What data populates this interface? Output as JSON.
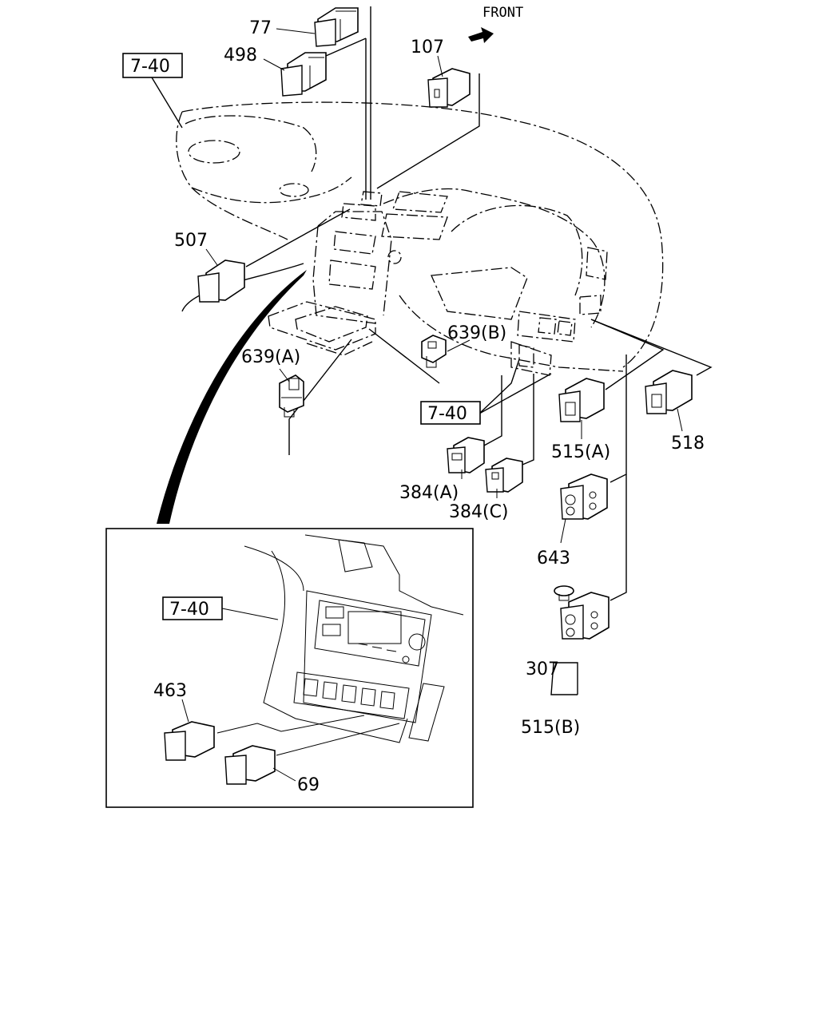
{
  "header": {
    "front_label": "FRONT"
  },
  "labels": {
    "ref_7_40_top": "7-40",
    "ref_7_40_mid": "7-40",
    "ref_7_40_inset": "7-40",
    "p77": "77",
    "p498": "498",
    "p107": "107",
    "p507": "507",
    "p639b": "639(B)",
    "p639a": "639(A)",
    "p515a": "515(A)",
    "p518": "518",
    "p384a": "384(A)",
    "p384c": "384(C)",
    "p643": "643",
    "p307": "307",
    "p515b": "515(B)",
    "p463": "463",
    "p69": "69"
  }
}
